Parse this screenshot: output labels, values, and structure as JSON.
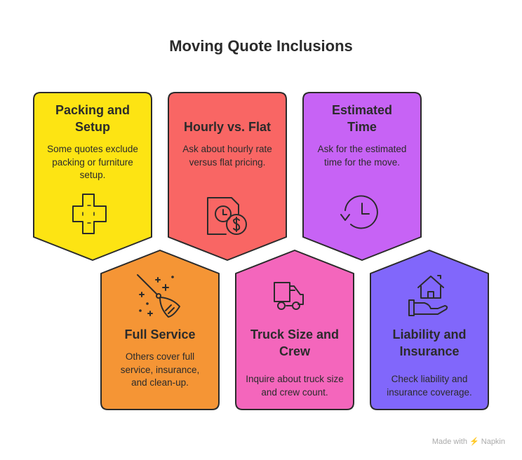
{
  "title": "Moving Quote Inclusions",
  "cards": [
    {
      "title": "Packing and Setup",
      "desc": "Some quotes exclude packing or furniture setup.",
      "icon": "bandage-icon",
      "color": "#FDE413"
    },
    {
      "title": "Hourly vs. Flat",
      "desc": "Ask about hourly rate versus flat pricing.",
      "icon": "time-cost-icon",
      "color": "#F96664"
    },
    {
      "title": "Estimated Time",
      "desc": "Ask for the estimated time for the move.",
      "icon": "clock-icon",
      "color": "#C763F5"
    },
    {
      "title": "Full Service",
      "desc": "Others cover full service, insurance, and clean-up.",
      "icon": "broom-icon",
      "color": "#F59535"
    },
    {
      "title": "Truck Size and Crew",
      "desc": "Inquire about truck size and crew count.",
      "icon": "truck-icon",
      "color": "#F466BC"
    },
    {
      "title": "Liability and Insurance",
      "desc": "Check liability and insurance coverage.",
      "icon": "house-hand-icon",
      "color": "#8167FB"
    }
  ],
  "footer": "Made with ⚡ Napkin"
}
